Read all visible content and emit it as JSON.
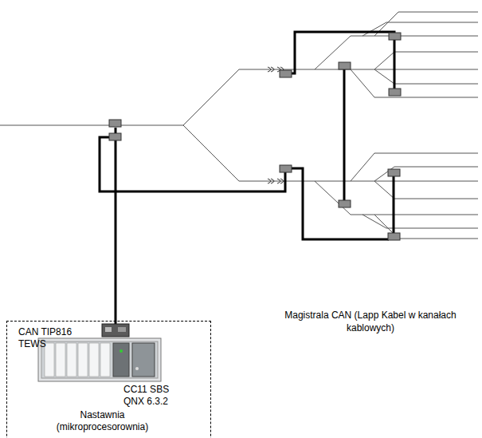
{
  "diagram": {
    "nodes": [
      {
        "text": [
          "Nastawnia (mikroprocesorownia)"
        ]
      },
      {
        "text": [
          "CAN TIP816 TEWS",
          "CC11 SBS QNX 6.3.2"
        ],
        "in": 0
      }
    ],
    "labels": [
      "Magistrala CAN (Lapp Kabel w kanałach kablowych)"
    ]
  }
}
